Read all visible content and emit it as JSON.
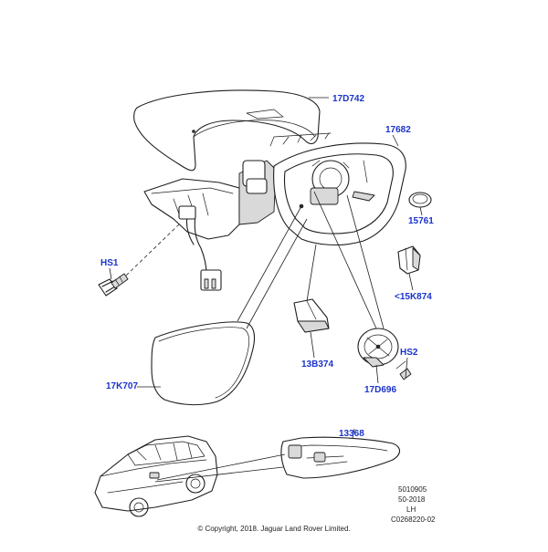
{
  "callouts": {
    "17D742": "17D742",
    "17682": "17682",
    "15761": "15761",
    "HS1": "HS1",
    "15K874": "<15K874",
    "13B374": "13B374",
    "HS2": "HS2",
    "17K707": "17K707",
    "17D696": "17D696",
    "13368": "13368"
  },
  "info": {
    "line1": "5010905",
    "line2": "50-2018",
    "line3": "LH",
    "line4": "C0268220-02"
  },
  "copyright": "© Copyright, 2018. Jaguar Land Rover Limited.",
  "colors": {
    "callout": "#1a33cc",
    "line": "#1e1e1e",
    "text": "#222222"
  }
}
